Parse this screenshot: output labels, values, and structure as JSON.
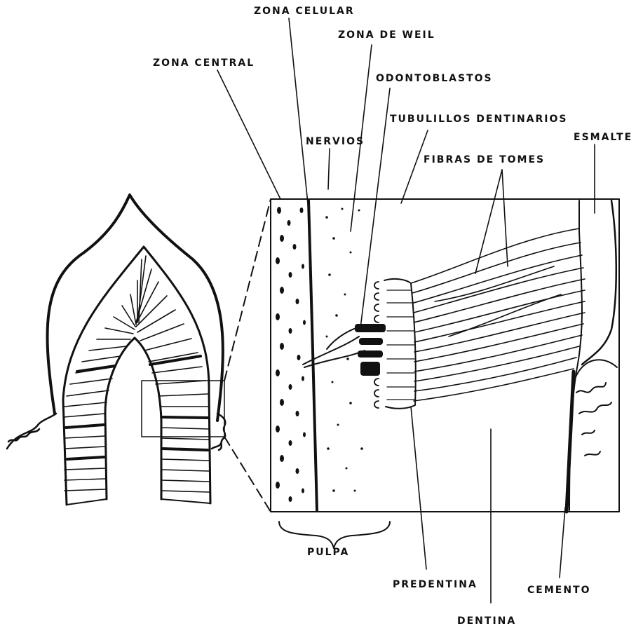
{
  "labels": {
    "zona_celular": "ZONA CELULAR",
    "zona_de_weil": "ZONA DE WEIL",
    "zona_central": "ZONA CENTRAL",
    "odontoblastos": "ODONTOBLASTOS",
    "tubulillos": "TUBULILLOS DENTINARIOS",
    "nervios": "NERVIOS",
    "esmalte": "ESMALTE",
    "fibras_de_tomes": "FIBRAS DE TOMES",
    "pulpa": "PULPA",
    "predentina": "PREDENTINA",
    "cemento": "CEMENTO",
    "dentina": "DENTINA"
  },
  "colors": {
    "ink": "#111111",
    "paper": "#ffffff"
  }
}
